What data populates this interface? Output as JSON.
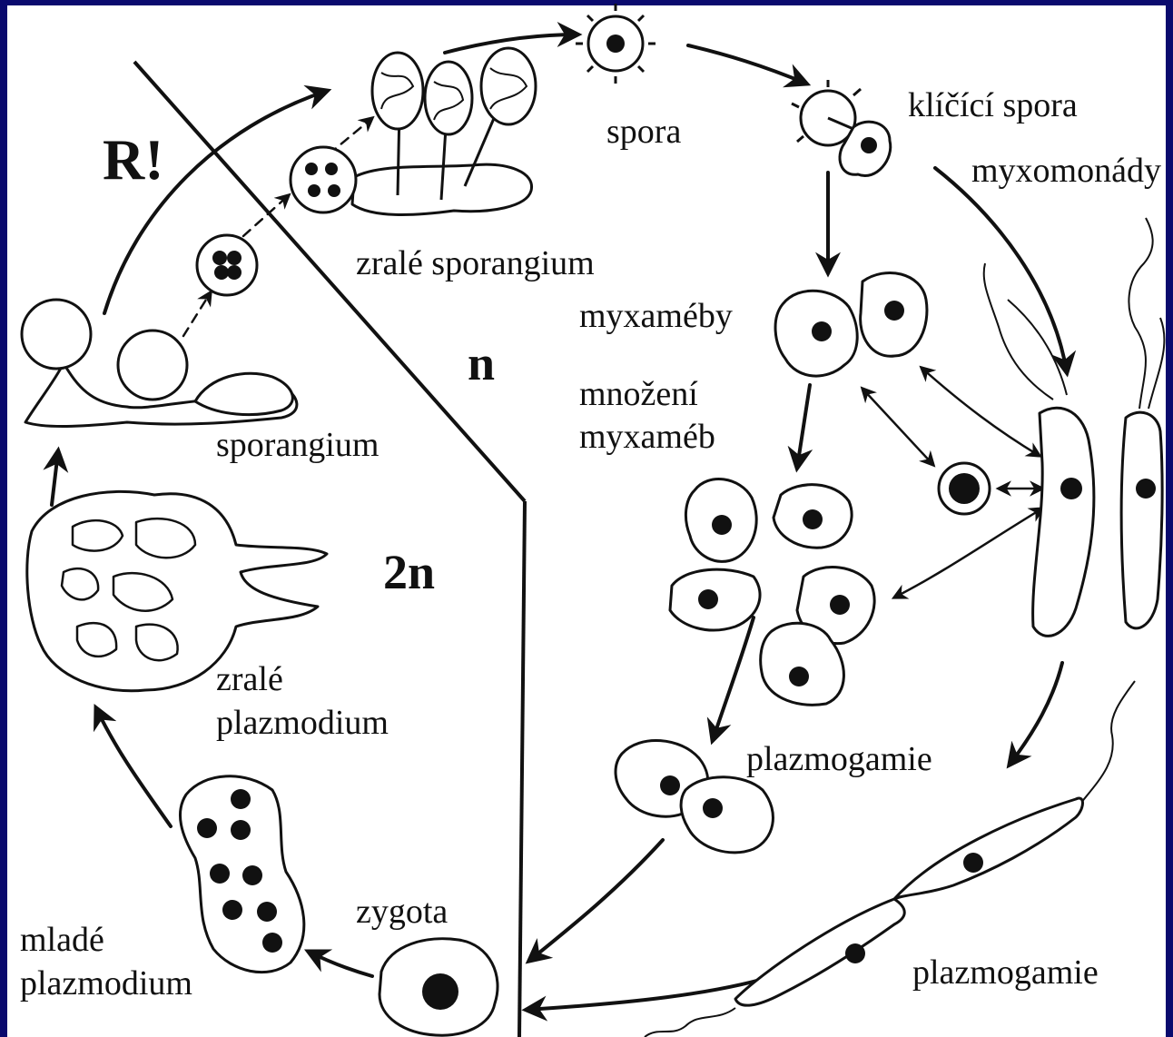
{
  "diagram": {
    "phase_labels": {
      "ploidy_reduction": "R!",
      "haploid": "n",
      "diploid": "2n"
    },
    "stage_labels": {
      "spora": "spora",
      "klicici_spora": "klíčící spora",
      "myxomonady": "myxomonády",
      "zrale_sporangium": "zralé sporangium",
      "myxameby": "myxaméby",
      "mnozeni_1": "množení",
      "mnozeni_2": "myxaméb",
      "sporangium": "sporangium",
      "zrale_plazmodium_1": "zralé",
      "zrale_plazmodium_2": "plazmodium",
      "plazmogamie_1": "plazmogamie",
      "plazmogamie_2": "plazmogamie",
      "zygota": "zygota",
      "mlade_plazmodium_1": "mladé",
      "mlade_plazmodium_2": "plazmodium"
    },
    "colors": {
      "frame": "#0a0a6e",
      "background": "#ffffff",
      "ink": "#111111"
    }
  }
}
